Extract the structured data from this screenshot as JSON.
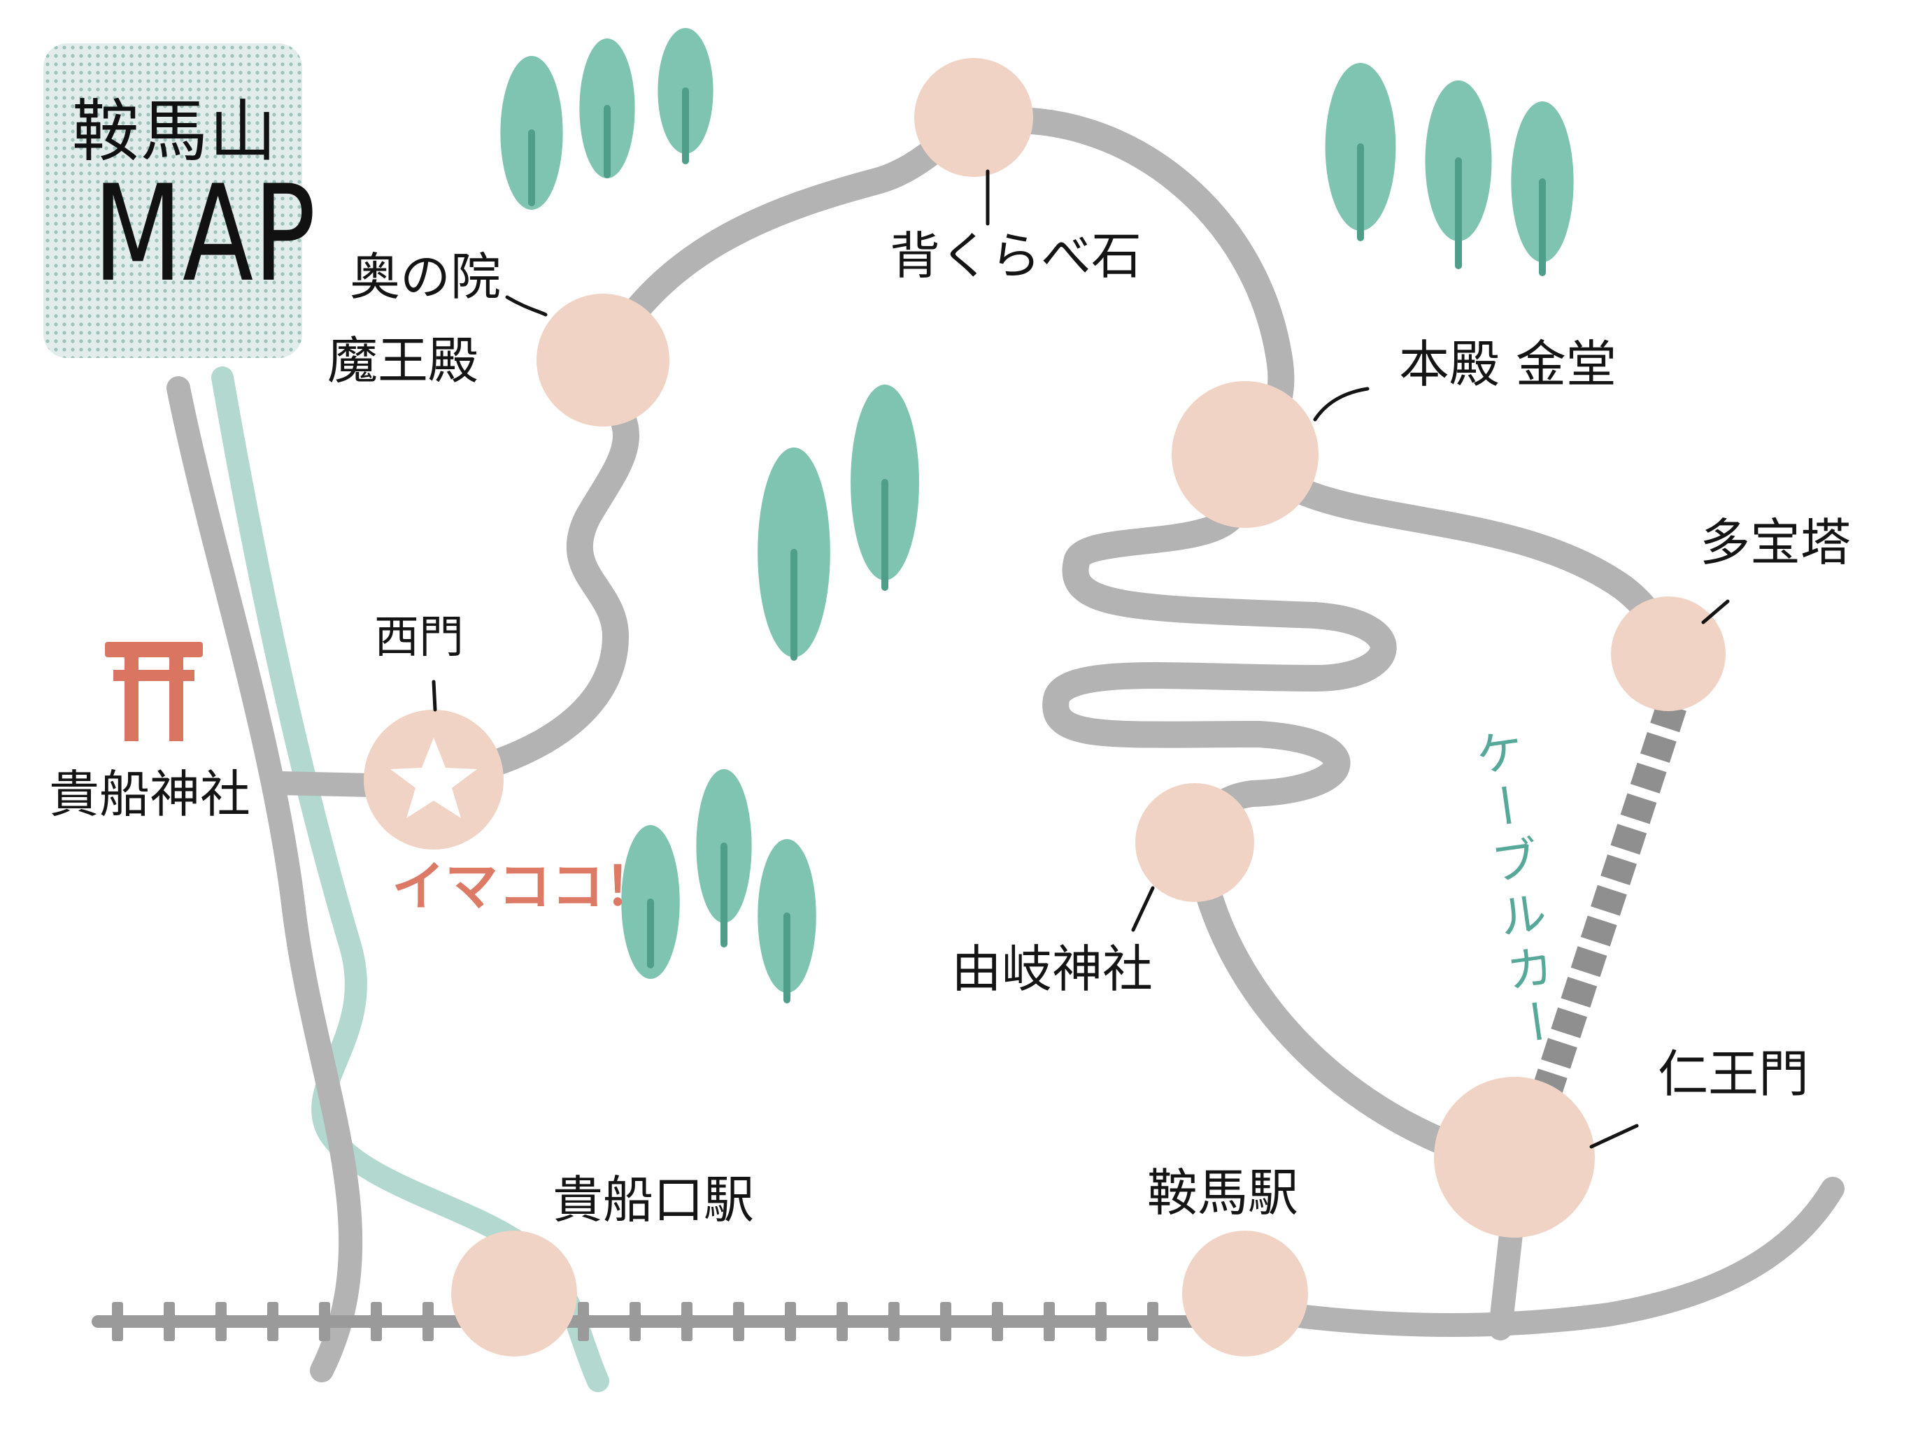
{
  "title": {
    "line1": "鞍馬山",
    "line2": "MAP"
  },
  "labels": {
    "okunoin": "奥の院",
    "maouden": "魔王殿",
    "seikurabe": "背くらべ石",
    "honden": "本殿 金堂",
    "tahoto": "多宝塔",
    "nishimon": "西門",
    "kifune_jinja": "貴船神社",
    "imakoko": "イマココ！",
    "yuki_jinja": "由岐神社",
    "cable": "ケーブルカー",
    "niomon": "仁王門",
    "kibuneguchi": "貴船口駅",
    "kurama_eki": "鞍馬駅"
  },
  "colors": {
    "path": "#b3b3b3",
    "river": "#b3d8d0",
    "spot": "#f1d3c6",
    "tree": "#7fc3b1",
    "trunk": "#4f9e8a",
    "torii": "#d97560",
    "here": "#dd7a66",
    "rail": "#9a9a9a"
  },
  "icons": {
    "torii": "torii-gate-icon",
    "here_marker": "star-icon",
    "trees": "tree-icon"
  }
}
